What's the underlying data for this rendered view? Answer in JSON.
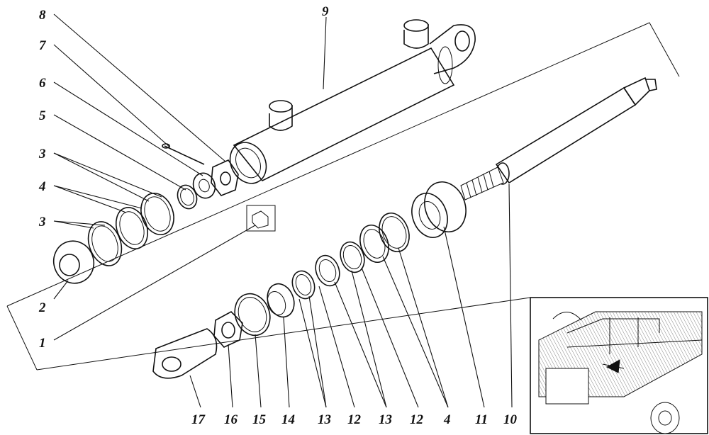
{
  "labels": {
    "l1": "1",
    "l2": "2",
    "l3a": "3",
    "l3b": "3",
    "l4a": "4",
    "l5": "5",
    "l6": "6",
    "l7": "7",
    "l8": "8",
    "l9": "9",
    "l10": "10",
    "l11": "11",
    "l4b": "4",
    "l12a": "12",
    "l13a": "13",
    "l12b": "12",
    "l13b": "13",
    "l14": "14",
    "l15": "15",
    "l16": "16",
    "l17": "17"
  },
  "colors": {
    "ink": "#111111",
    "paper": "#ffffff"
  }
}
